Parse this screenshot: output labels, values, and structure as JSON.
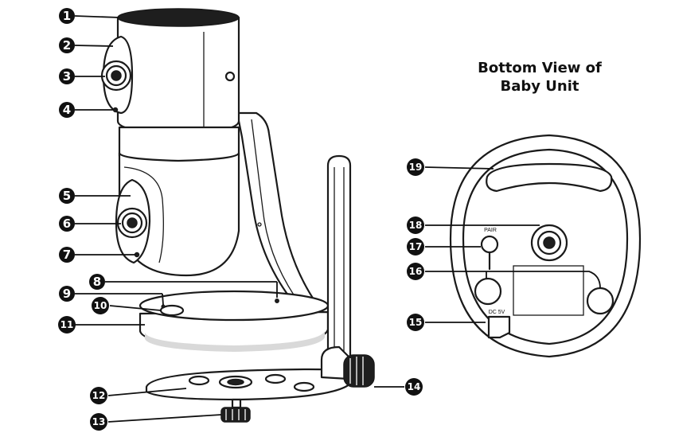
{
  "title": {
    "line1": "Bottom View of",
    "line2": "Baby Unit"
  },
  "labels": {
    "pair": "PAIR",
    "dc": "DC 5V"
  },
  "callouts": [
    {
      "number": "1"
    },
    {
      "number": "2"
    },
    {
      "number": "3"
    },
    {
      "number": "4"
    },
    {
      "number": "5"
    },
    {
      "number": "6"
    },
    {
      "number": "7"
    },
    {
      "number": "8"
    },
    {
      "number": "9"
    },
    {
      "number": "10"
    },
    {
      "number": "11"
    },
    {
      "number": "12"
    },
    {
      "number": "13"
    },
    {
      "number": "14"
    },
    {
      "number": "15"
    },
    {
      "number": "16"
    },
    {
      "number": "17"
    },
    {
      "number": "18"
    },
    {
      "number": "19"
    }
  ]
}
